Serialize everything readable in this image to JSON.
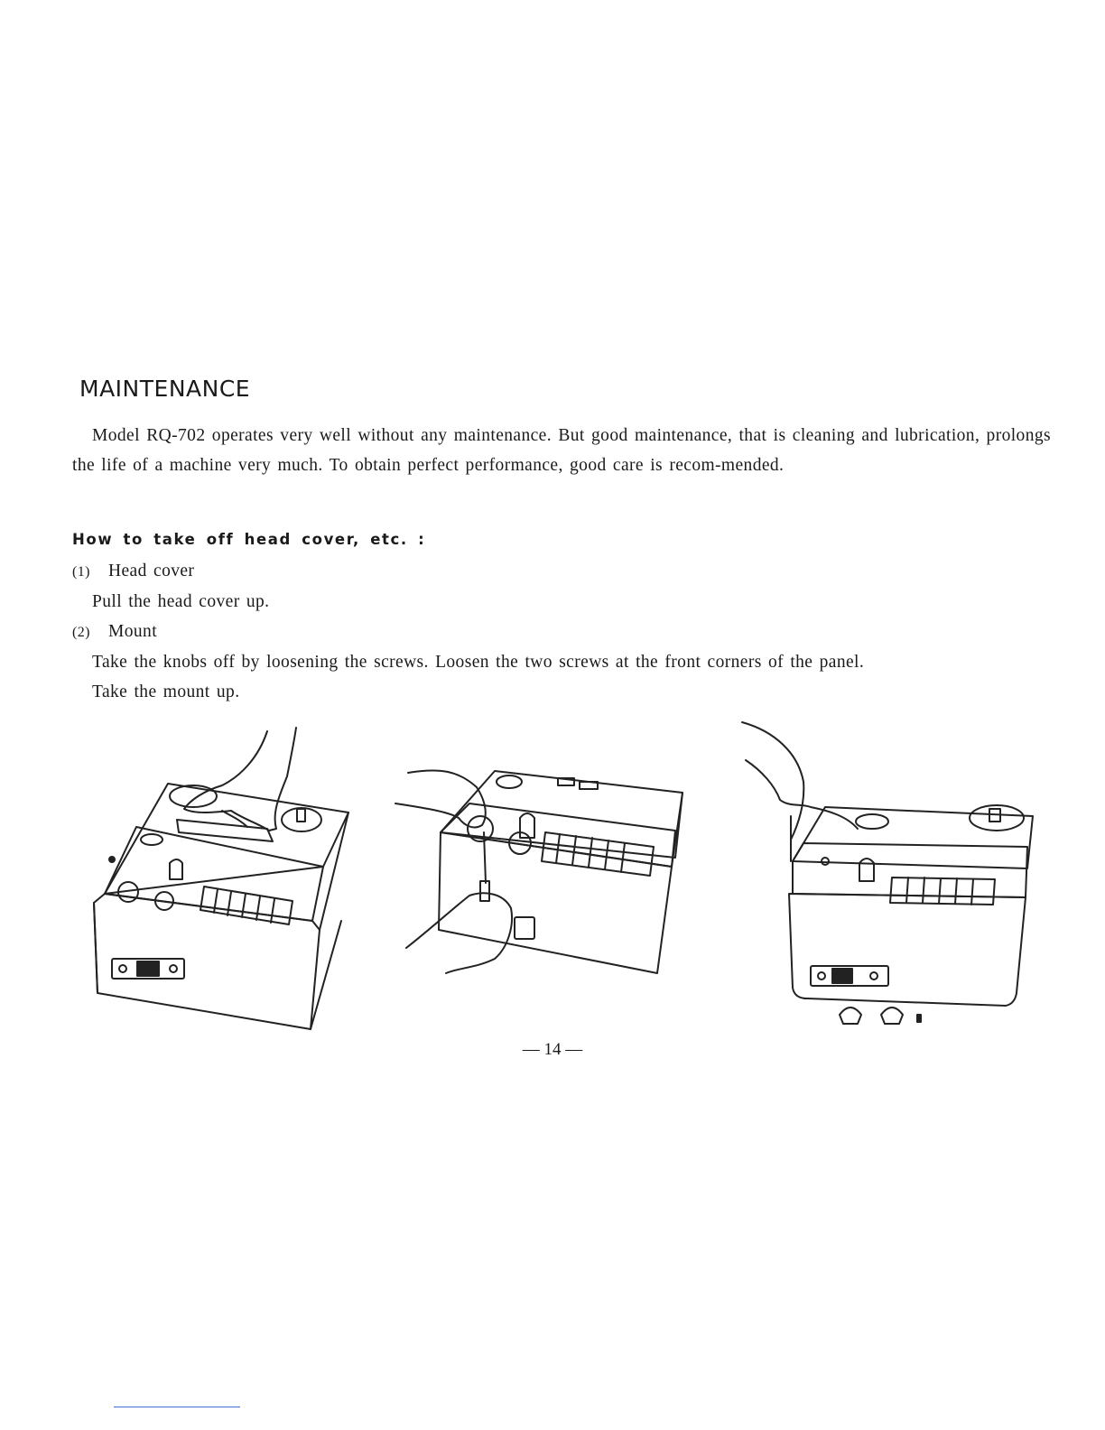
{
  "document": {
    "title": "MAINTENANCE",
    "intro": "Model RQ-702 operates very well without any maintenance.    But good maintenance, that is cleaning and lubrication, prolongs the life of a machine very much.   To obtain perfect performance, good care is recom-mended.",
    "subheading": "How to take off head cover, etc. :",
    "steps": [
      {
        "number": "(1)",
        "label": "Head cover",
        "body": [
          "Pull the head cover up."
        ]
      },
      {
        "number": "(2)",
        "label": "Mount",
        "body": [
          "Take the knobs off by loosening the screws.   Loosen the two screws at the front corners of the panel.",
          "Take the mount up."
        ]
      }
    ],
    "figures": [
      {
        "name": "lifting-head-cover"
      },
      {
        "name": "loosening-knob-screws"
      },
      {
        "name": "lifting-mount"
      }
    ],
    "page_number": "— 14 —"
  }
}
